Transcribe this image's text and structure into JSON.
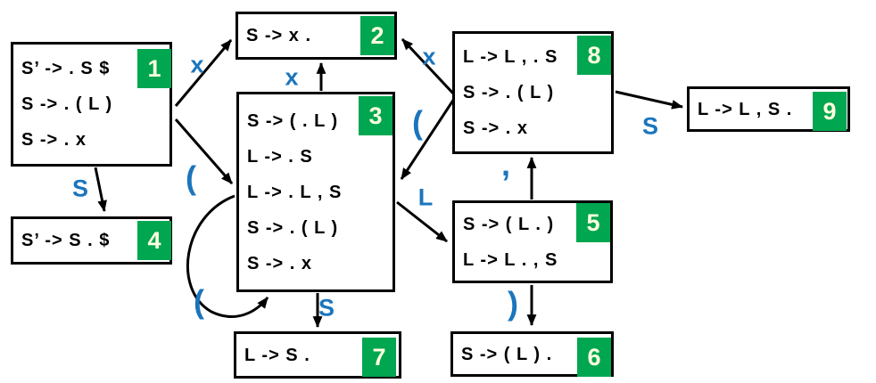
{
  "diagram": {
    "type": "lr-parser-state-machine",
    "badge_color": "#00a650",
    "label_color": "#1b75bc",
    "states": [
      {
        "badge": "1",
        "items": [
          "S’ -> . S $",
          "S -> . ( L )",
          "S -> . x"
        ]
      },
      {
        "badge": "2",
        "items": [
          "S -> x ."
        ]
      },
      {
        "badge": "3",
        "items": [
          "S -> ( . L )",
          "L -> . S",
          "L -> . L , S",
          "S -> . ( L )",
          "S -> . x"
        ]
      },
      {
        "badge": "4",
        "items": [
          "S’ -> S . $"
        ]
      },
      {
        "badge": "5",
        "items": [
          "S -> ( L . )",
          "L -> L . , S"
        ]
      },
      {
        "badge": "6",
        "items": [
          "S -> ( L ) ."
        ]
      },
      {
        "badge": "7",
        "items": [
          "L -> S ."
        ]
      },
      {
        "badge": "8",
        "items": [
          "L -> L , . S",
          "S -> . ( L )",
          "S -> . x"
        ]
      },
      {
        "badge": "9",
        "items": [
          "L -> L , S ."
        ]
      }
    ],
    "edges": [
      {
        "from": "1",
        "to": "2",
        "label": "x"
      },
      {
        "from": "1",
        "to": "3",
        "label": "("
      },
      {
        "from": "1",
        "to": "4",
        "label": "S"
      },
      {
        "from": "3",
        "to": "2",
        "label": "x"
      },
      {
        "from": "3",
        "to": "3",
        "label": "("
      },
      {
        "from": "3",
        "to": "5",
        "label": "L"
      },
      {
        "from": "3",
        "to": "7",
        "label": "S"
      },
      {
        "from": "5",
        "to": "8",
        "label": ","
      },
      {
        "from": "5",
        "to": "6",
        "label": ")"
      },
      {
        "from": "8",
        "to": "2",
        "label": "x"
      },
      {
        "from": "8",
        "to": "3",
        "label": "("
      },
      {
        "from": "8",
        "to": "9",
        "label": "S"
      }
    ]
  }
}
